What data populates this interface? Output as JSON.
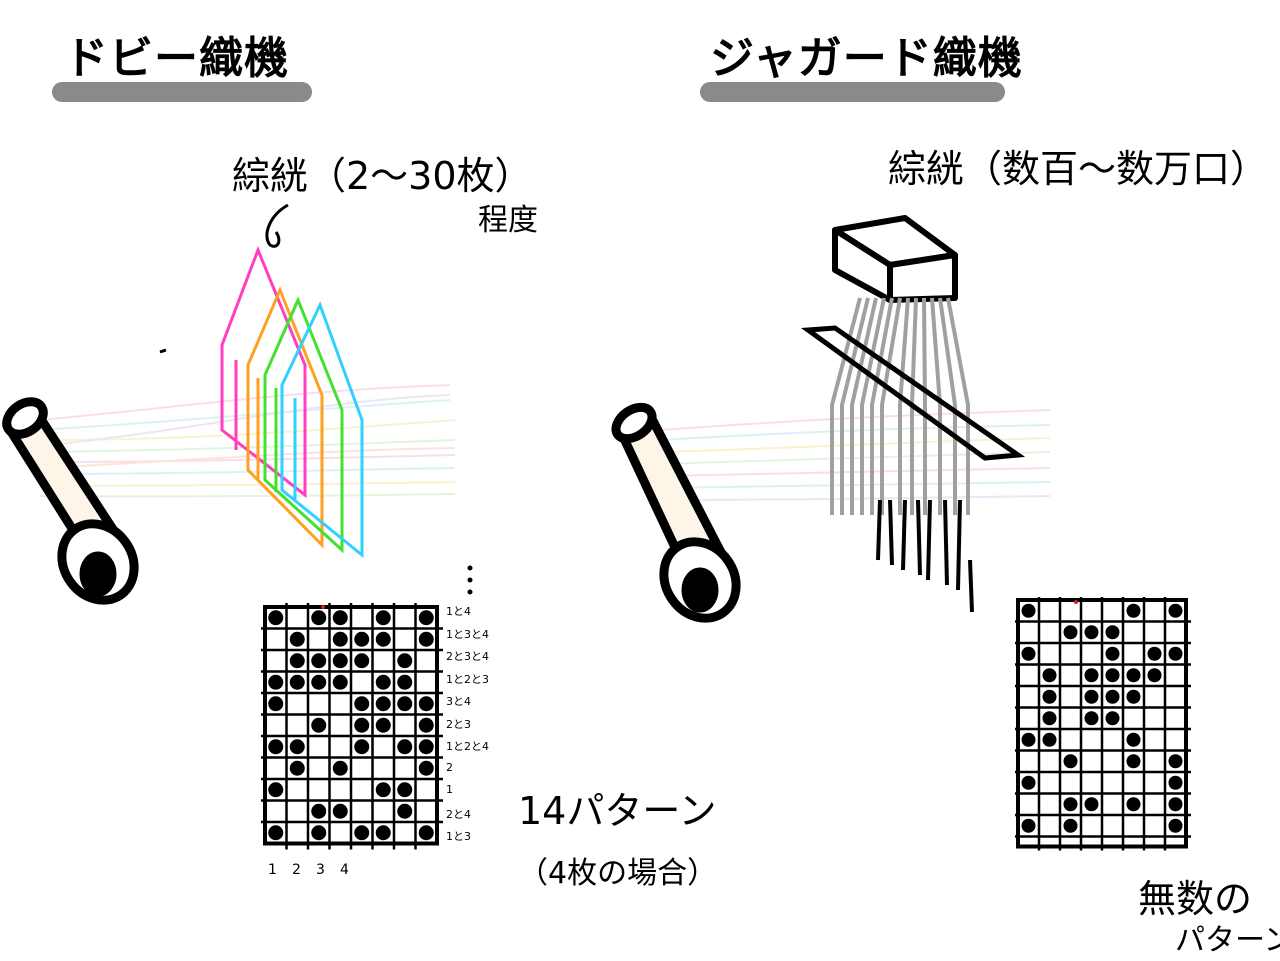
{
  "left": {
    "title": "ドビー織機",
    "heddle_label": "綜絖（2〜30枚）",
    "heddle_note": "程度",
    "grid_cols": [
      "1",
      "2",
      "3",
      "4"
    ],
    "row_labels": [
      "1と4",
      "1と3と4",
      "2と3と4",
      "1と2と3",
      "3と4",
      "2と3",
      "1と2と4",
      "2",
      "1",
      "2と4",
      "1と3"
    ],
    "pattern_count": "14パターン",
    "pattern_note": "（4枚の場合）"
  },
  "right": {
    "title": "ジャガード織機",
    "heddle_label": "綜絖（数百〜数万口）",
    "pattern_label_1": "無数の",
    "pattern_label_2": "パターン"
  }
}
